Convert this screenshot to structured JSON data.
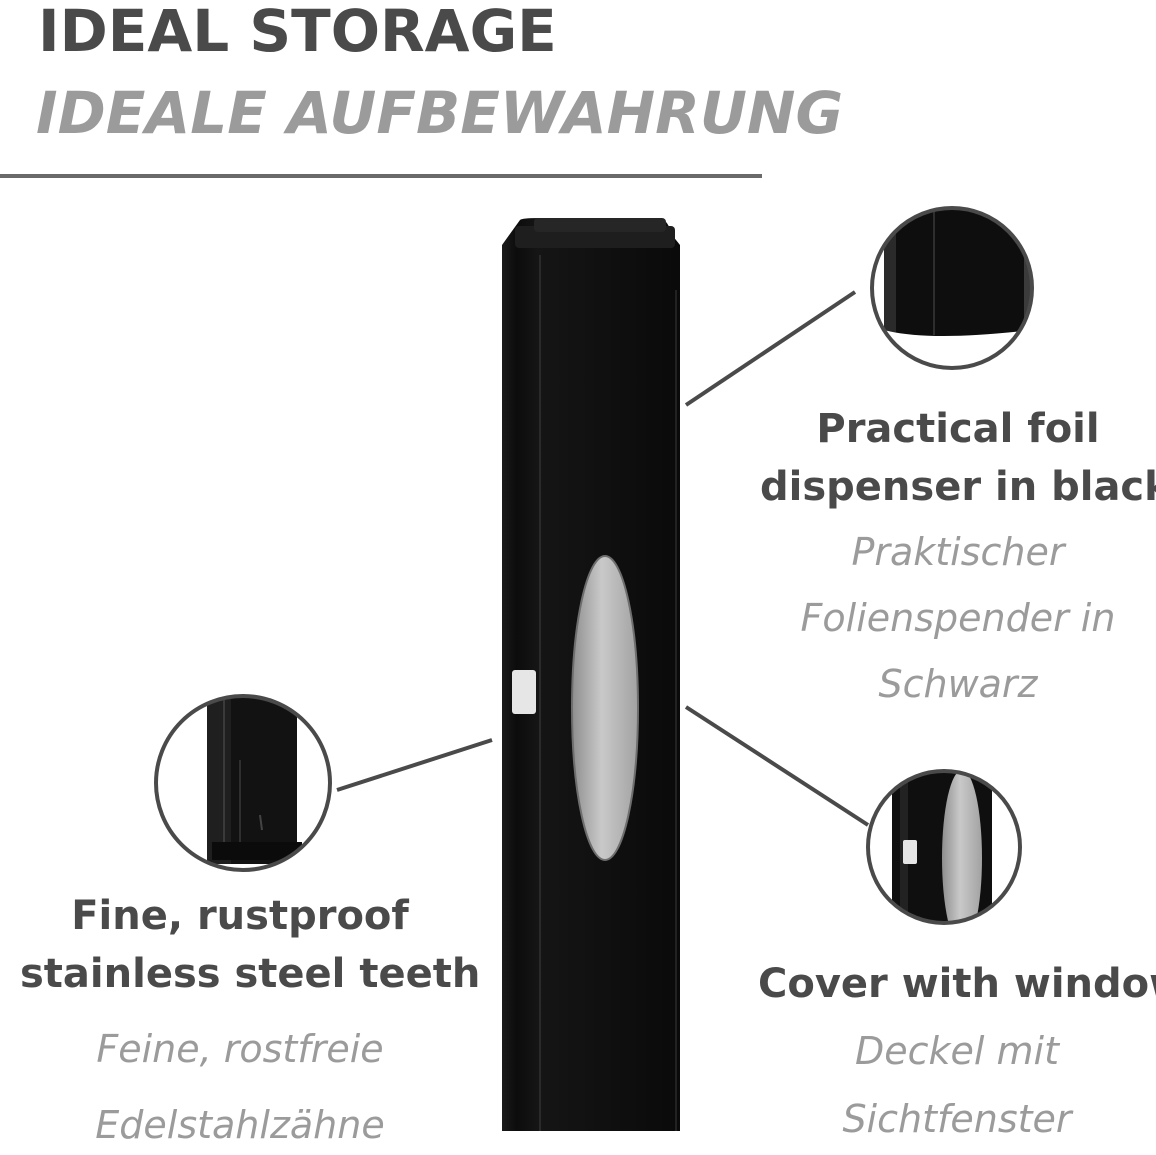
{
  "header": {
    "title": "IDEAL STORAGE",
    "subtitle": "IDEALE AUFBEWAHRUNG"
  },
  "features": [
    {
      "en": [
        "Practical foil",
        "dispenser in black"
      ],
      "de": [
        "Praktischer",
        "Folienspender in",
        "Schwarz"
      ]
    },
    {
      "en": [
        "Fine, rustproof",
        "stainless steel teeth"
      ],
      "de": [
        "Feine, rostfreie",
        "Edelstahlzähne"
      ]
    },
    {
      "en": [
        "Cover with window"
      ],
      "de": [
        "Deckel mit",
        "Sichtfenster"
      ]
    }
  ],
  "colors": {
    "heading": "#4a4a4a",
    "subheading": "#9b9b9b",
    "product": "#111111",
    "window": "#b9b9b9"
  }
}
